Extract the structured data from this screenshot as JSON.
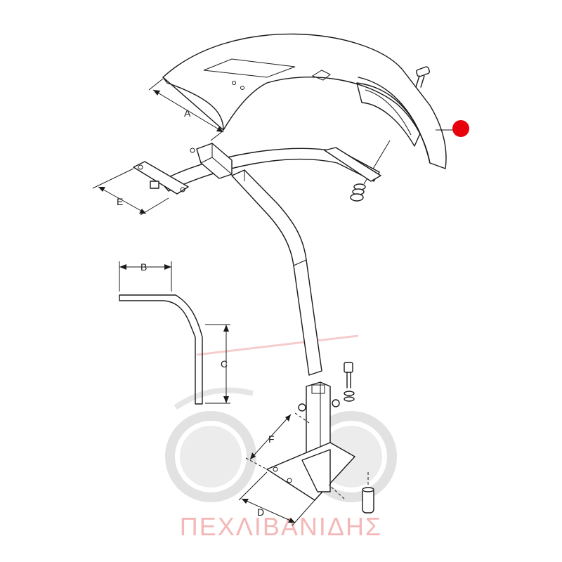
{
  "labels": {
    "a": "A",
    "b": "B",
    "c": "C",
    "d": "D",
    "e": "E",
    "f": "F"
  },
  "watermark": {
    "text": "ΠΕΧΛΙΒΑΝΙΔΗΣ",
    "color": "#f4b8b8"
  },
  "marker": {
    "color": "#e8000b"
  },
  "colors": {
    "line": "#1a1a1a",
    "watermark_gear": "#e2e2e2"
  }
}
